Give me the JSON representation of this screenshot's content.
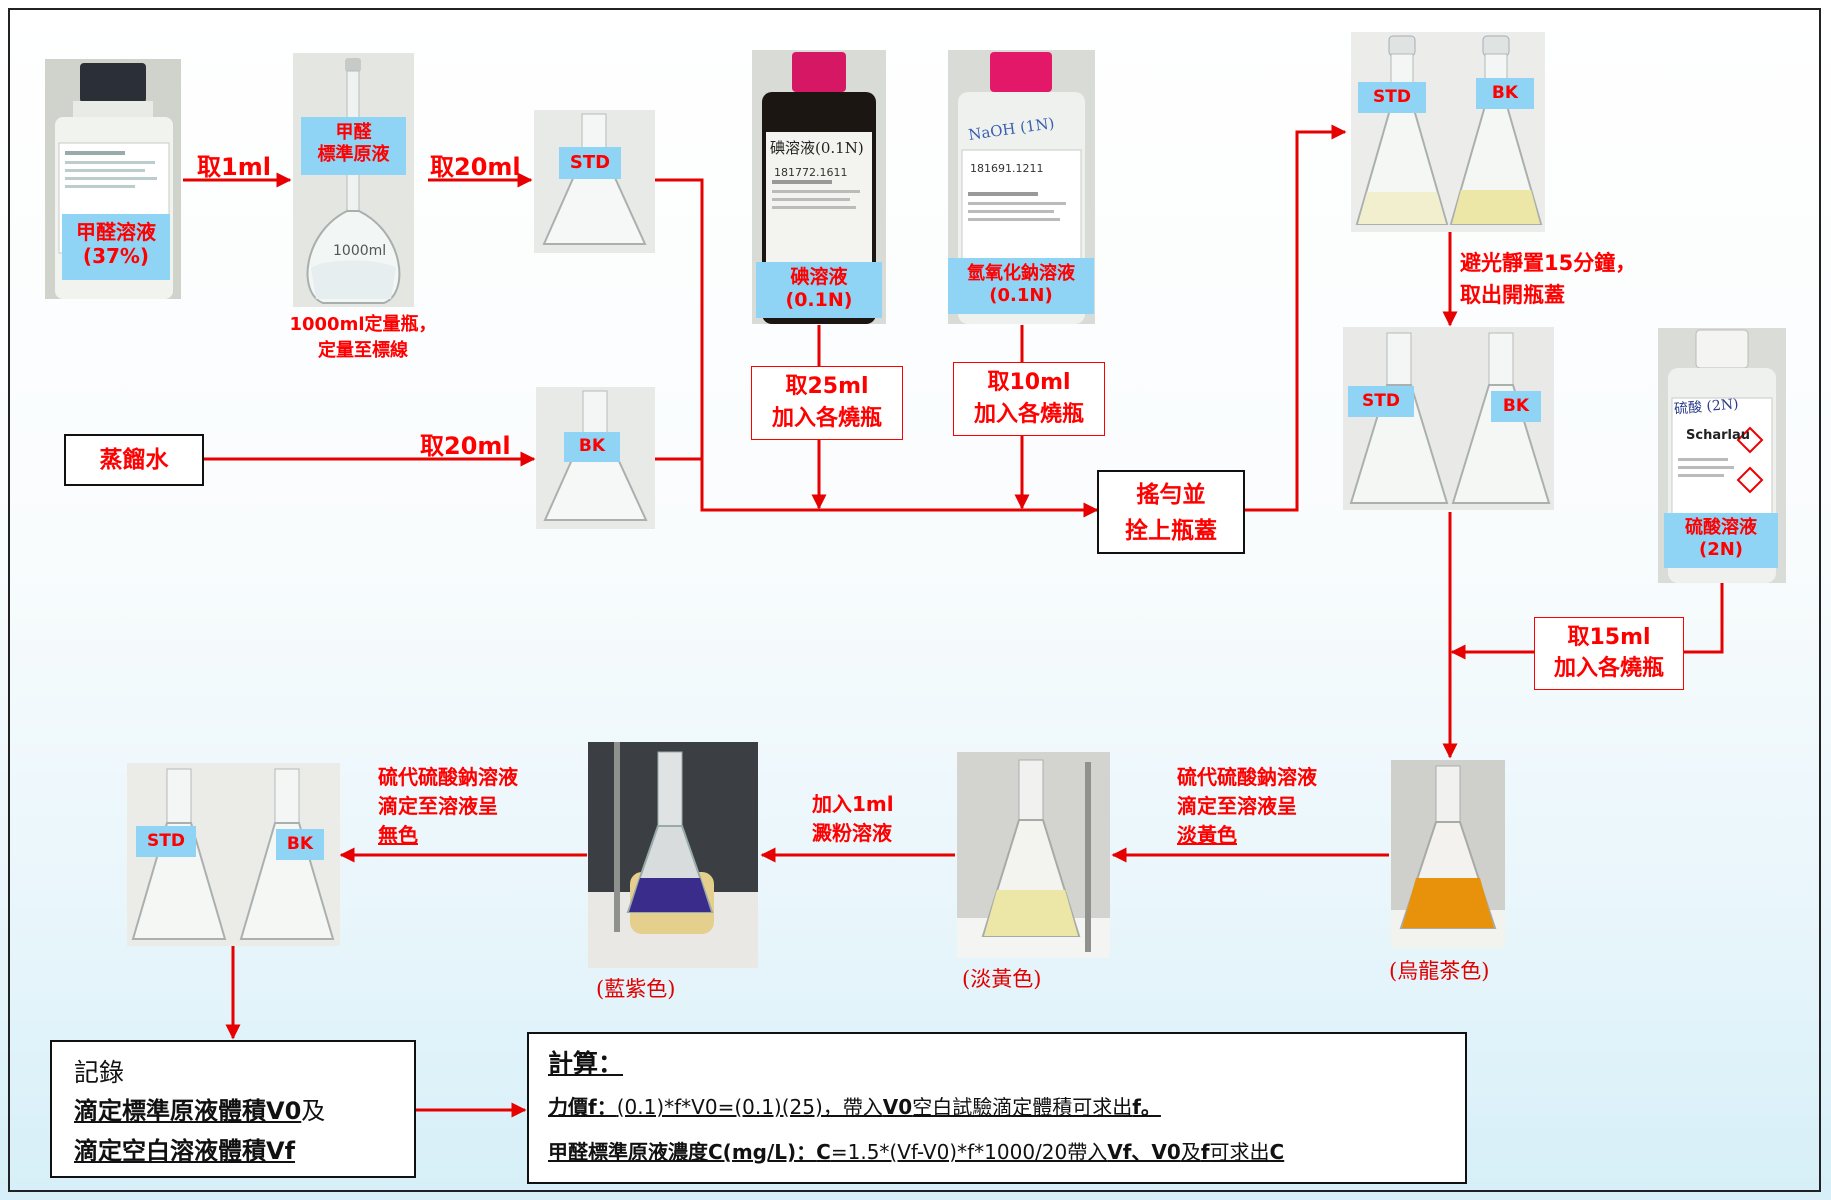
{
  "photos": {
    "formalin_bottle": {
      "label": "甲醛溶液",
      "sublabel": "(37%)"
    },
    "volumetric_flask": {
      "label_line1": "甲醛",
      "label_line2": "標準原液",
      "etch": "1000ml"
    },
    "flask_std_1": {
      "label": "STD"
    },
    "flask_bk_1": {
      "label": "BK"
    },
    "iodine_bottle": {
      "label": "碘溶液",
      "sublabel": "(0.1N)",
      "cap_text": "碘溶液(0.1N)",
      "lot": "181772.1611"
    },
    "naoh_bottle": {
      "label": "氫氧化鈉溶液",
      "sublabel": "(0.1N)",
      "cap_text": "NaOH (1N)",
      "lot": "181691.1211"
    },
    "pair_stoppered": {
      "std": "STD",
      "bk": "BK"
    },
    "pair_opened": {
      "std": "STD",
      "bk": "BK"
    },
    "sulfuric_bottle": {
      "label": "硫酸溶液",
      "sublabel": "(2N)",
      "cap_text": "硫酸 (2N)",
      "brand": "Scharlau"
    },
    "final_pair": {
      "std": "STD",
      "bk": "BK"
    }
  },
  "steps": {
    "take_1ml": "取1ml",
    "take_20ml_std": "取20ml",
    "flask_note_line1": "1000ml定量瓶，",
    "flask_note_line2": "定量至標線",
    "distilled_water": "蒸餾水",
    "take_20ml_bk": "取20ml",
    "iodine_add_line1": "取25ml",
    "iodine_add_line2": "加入各燒瓶",
    "naoh_add_line1": "取10ml",
    "naoh_add_line2": "加入各燒瓶",
    "shake_line1": "搖勻並",
    "shake_line2": "拴上瓶蓋",
    "dark_line1": "避光靜置15分鐘，",
    "dark_line2": "取出開瓶蓋",
    "acid_add_line1": "取15ml",
    "acid_add_line2": "加入各燒瓶",
    "titrate1_line1": "硫代硫酸鈉溶液",
    "titrate1_line2": "滴定至溶液呈",
    "titrate1_line3": "淡黃色",
    "starch_line1": "加入1ml",
    "starch_line2": "澱粉溶液",
    "titrate2_line1": "硫代硫酸鈉溶液",
    "titrate2_line2": "滴定至溶液呈",
    "titrate2_line3": "無色"
  },
  "captions": {
    "oolong": "(烏龍茶色)",
    "pale_yellow": "(淡黃色)",
    "blue_purple": "(藍紫色)"
  },
  "record": {
    "title": "記錄",
    "line1_a": "滴定標準原液體積",
    "line1_b": "V0",
    "line1_c": "及",
    "line2_a": "滴定空白溶液體積",
    "line2_b": "Vf"
  },
  "calc": {
    "title": "計算：",
    "f_label": "力價f：",
    "f_expr": "(0.1)*f*V0=(0.1)(25)，帶入",
    "f_v0": "V0",
    "f_tail": "空白試驗滴定體積可求出",
    "f_end": "f。",
    "c_label": "甲醛標準原液濃度C(mg/L)：",
    "c_var": "C",
    "c_expr": "=1.5*(Vf-V0)*f*1000/20帶入",
    "c_vars": "Vf、V0",
    "c_and": "及",
    "c_f": "f",
    "c_tail": "可求出",
    "c_end": "C"
  },
  "colors": {
    "arrow_red": "#e60000",
    "label_red": "#ff0000",
    "tag_blue": "#8fd3f5",
    "orange_solution": "#e8920c",
    "purple_solution": "#3a2c8a",
    "pale_yellow_solution": "#ece7a6"
  }
}
